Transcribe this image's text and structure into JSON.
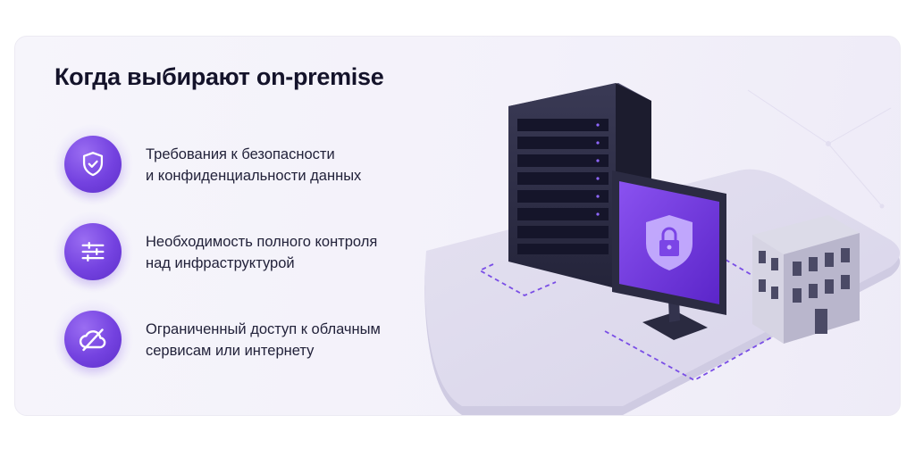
{
  "title": "Когда выбирают on-premise",
  "items": [
    {
      "line1": "Требования к безопасности",
      "line2": "и конфиденциальности данных",
      "icon": "shield-check-icon"
    },
    {
      "line1": "Необходимость полного контроля",
      "line2": "над инфраструктурой",
      "icon": "sliders-icon"
    },
    {
      "line1": "Ограниченный доступ к облачным",
      "line2": "сервисам или интернету",
      "icon": "cloud-off-icon"
    }
  ],
  "colors": {
    "accent": "#7442e0",
    "title": "#14132a",
    "text": "#22223a"
  }
}
